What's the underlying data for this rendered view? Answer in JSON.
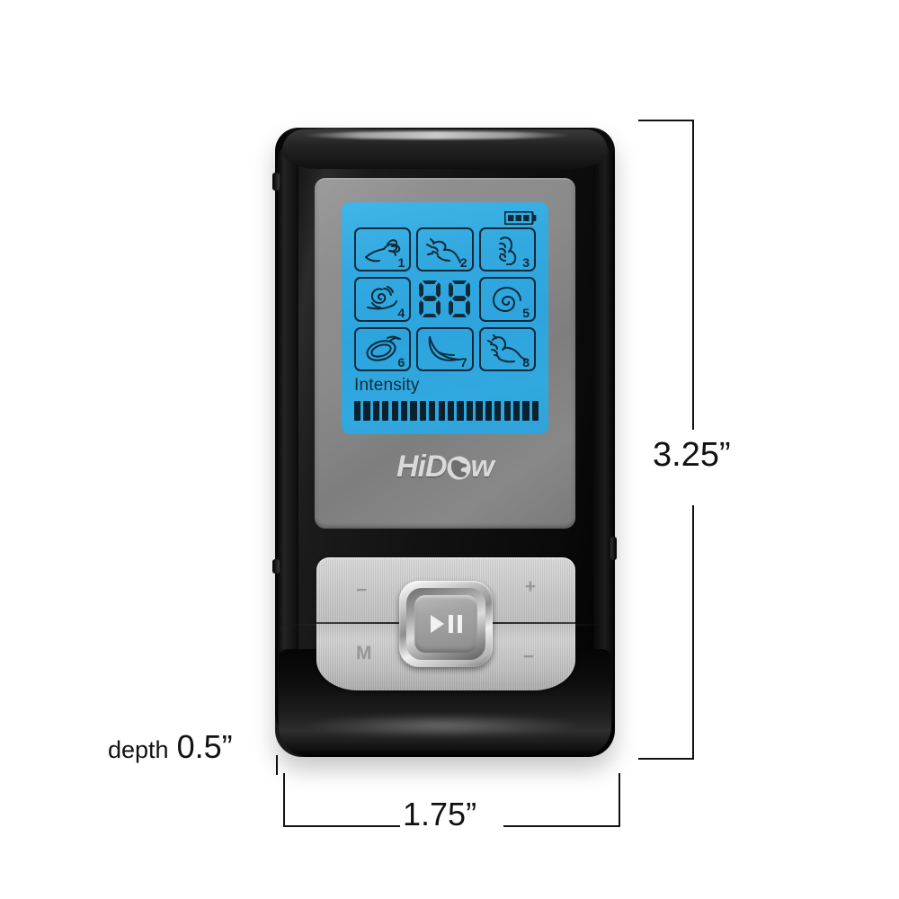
{
  "product": {
    "brand": "HiDow",
    "brand_prefix": "HiD",
    "brand_suffix": "w",
    "globe_icon": "globe-icon",
    "type": "tens-unit-device"
  },
  "screen": {
    "label_intensity": "Intensity",
    "digits": "88",
    "battery": {
      "icon": "battery-icon",
      "segments": 3,
      "segments_filled": 3
    },
    "intensity_bar": {
      "total_segments": 20,
      "filled_segments": 20
    },
    "modes": [
      {
        "number": "1",
        "icon": "hand-palm-tap-icon",
        "label": "mode-1"
      },
      {
        "number": "2",
        "icon": "hand-pinch-icon",
        "label": "mode-2"
      },
      {
        "number": "3",
        "icon": "hand-grip-icon",
        "label": "mode-3"
      },
      {
        "number": "4",
        "icon": "hand-knead-icon",
        "label": "mode-4"
      },
      {
        "number": "5",
        "icon": "spiral-swirl-icon",
        "label": "mode-5"
      },
      {
        "number": "6",
        "icon": "oval-loop-icon",
        "label": "mode-6"
      },
      {
        "number": "7",
        "icon": "foot-leg-icon",
        "label": "mode-7"
      },
      {
        "number": "8",
        "icon": "hand-press-icon",
        "label": "mode-8"
      }
    ],
    "colors": {
      "lcd_background": "#31a8df",
      "lcd_ink": "#0b2a3a"
    }
  },
  "controls": {
    "play_pause": {
      "icon": "play-pause-icon",
      "name": "play-pause-button"
    },
    "marks": {
      "decrease": "−",
      "increase": "+",
      "mode": "M",
      "mode_right": "−"
    }
  },
  "dimensions": {
    "height": "3.25”",
    "width": "1.75”",
    "depth_word": "depth",
    "depth_value": "0.5”"
  },
  "colors": {
    "background": "#ffffff",
    "body": "#0c0c0c",
    "faceplate": "#888888",
    "metal": "#c6c6c6",
    "dimension_line": "#111111"
  }
}
